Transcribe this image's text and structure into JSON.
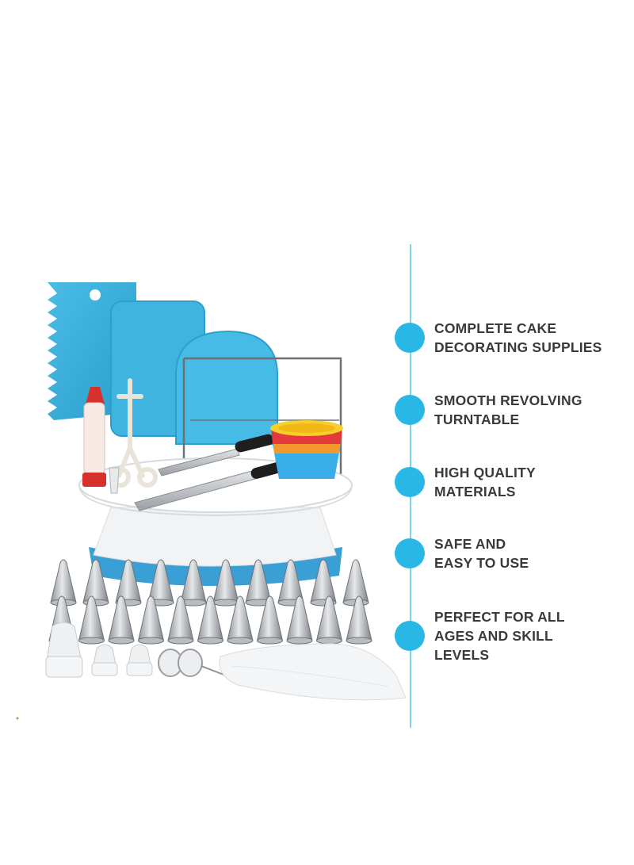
{
  "colors": {
    "accent": "#29b8e6",
    "divider": "#7fd3ee",
    "text": "#3a3a3a",
    "tool_blue": "#33a9d6",
    "steel": "#c9ccd0"
  },
  "features": [
    {
      "lines": [
        "COMPLETE CAKE",
        "DECORATING SUPPLIES"
      ],
      "icon": "bullet-dot-icon"
    },
    {
      "lines": [
        "SMOOTH REVOLVING",
        "TURNTABLE"
      ],
      "icon": "bullet-dot-icon"
    },
    {
      "lines": [
        "HIGH QUALITY",
        "MATERIALS"
      ],
      "icon": "bullet-dot-icon"
    },
    {
      "lines": [
        "SAFE AND",
        "EASY TO USE"
      ],
      "icon": "bullet-dot-icon"
    },
    {
      "lines": [
        "PERFECT FOR ALL",
        "AGES AND SKILL",
        "LEVELS"
      ],
      "icon": "bullet-dot-icon"
    }
  ]
}
